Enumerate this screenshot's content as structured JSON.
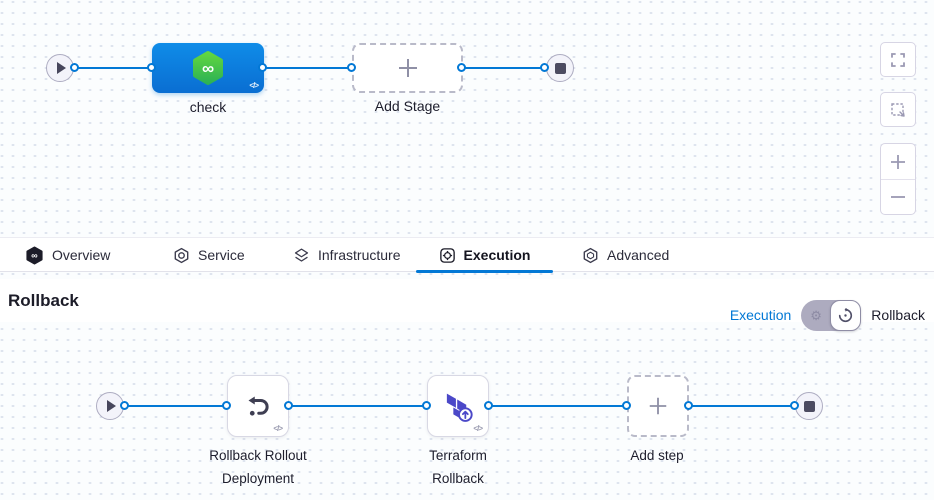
{
  "stage_canvas": {
    "stage_label": "check",
    "add_stage_label": "Add Stage",
    "code_badge": "</>"
  },
  "tabs": [
    {
      "label": "Overview",
      "icon": "harness-logo-icon",
      "active": false
    },
    {
      "label": "Service",
      "icon": "service-icon",
      "active": false
    },
    {
      "label": "Infrastructure",
      "icon": "infrastructure-icon",
      "active": false
    },
    {
      "label": "Execution",
      "icon": "execution-icon",
      "active": true
    },
    {
      "label": "Advanced",
      "icon": "advanced-icon",
      "active": false
    }
  ],
  "rollback_section": {
    "title": "Rollback",
    "execution_link": "Execution",
    "rollback_label": "Rollback"
  },
  "step_canvas": {
    "steps": [
      {
        "label_line1": "Rollback Rollout",
        "label_line2": "Deployment",
        "icon": "rollback-undo-icon"
      },
      {
        "label_line1": "Terraform",
        "label_line2": "Rollback",
        "icon": "terraform-icon"
      }
    ],
    "add_step_label": "Add step",
    "code_badge": "</>"
  },
  "colors": {
    "accent_blue": "#0278d5",
    "stage_blue": "#0b7de0",
    "harness_green": "#45c13f",
    "terraform_purple": "#4b48c8"
  }
}
